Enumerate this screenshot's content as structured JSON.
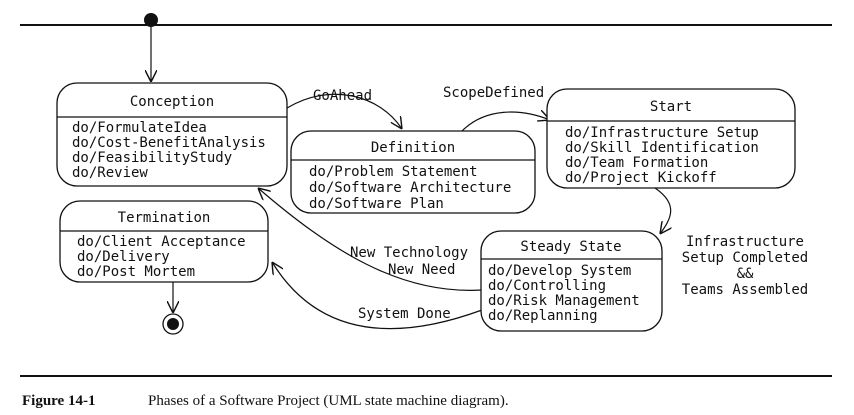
{
  "states": {
    "conception": {
      "title": "Conception",
      "activities": [
        "do/FormulateIdea",
        "do/Cost-BenefitAnalysis",
        "do/FeasibilityStudy",
        "do/Review"
      ]
    },
    "definition": {
      "title": "Definition",
      "activities": [
        "do/Problem Statement",
        "do/Software Architecture",
        "do/Software Plan"
      ]
    },
    "start": {
      "title": "Start",
      "activities": [
        "do/Infrastructure Setup",
        "do/Skill Identification",
        "do/Team Formation",
        "do/Project Kickoff"
      ]
    },
    "termination": {
      "title": "Termination",
      "activities": [
        "do/Client Acceptance",
        "do/Delivery",
        "do/Post Mortem"
      ]
    },
    "steady": {
      "title": "Steady State",
      "activities": [
        "do/Develop System",
        "do/Controlling",
        "do/Risk Management",
        "do/Replanning"
      ]
    }
  },
  "transitions": {
    "go_ahead": "GoAhead",
    "scope_defined": "ScopeDefined",
    "infra": [
      "Infrastructure",
      "Setup Completed",
      "&&",
      "Teams Assembled"
    ],
    "new_tech": [
      "New Technology",
      "New Need"
    ],
    "system_done": "System Done"
  },
  "caption": {
    "label": "Figure 14-1",
    "text": "Phases of a Software Project (UML state machine diagram)."
  }
}
